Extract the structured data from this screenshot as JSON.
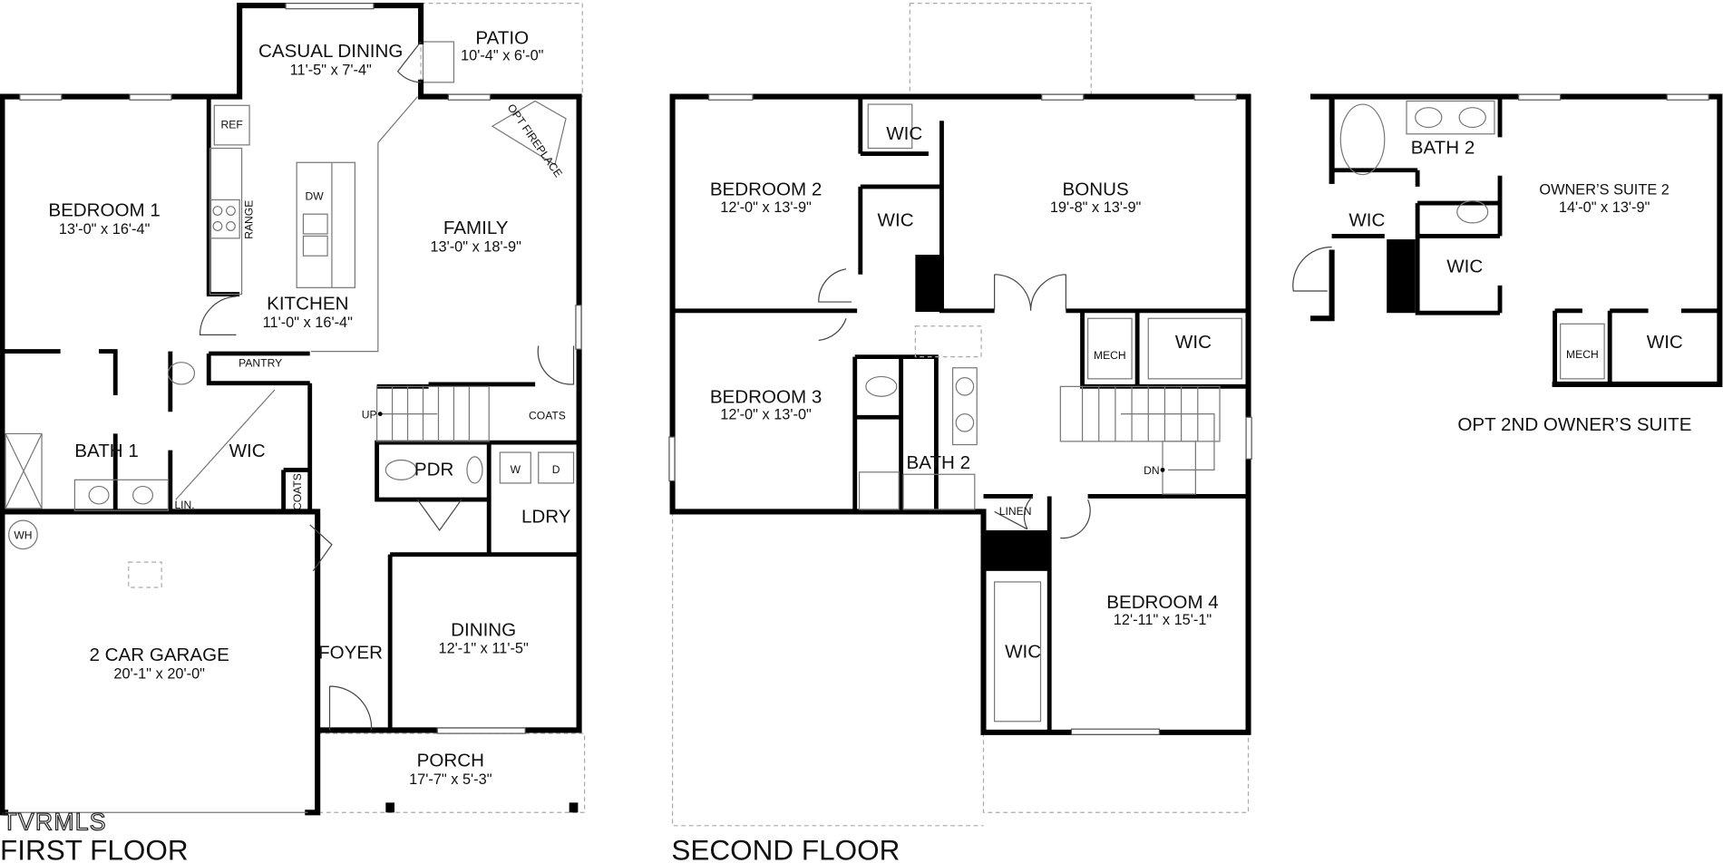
{
  "watermark": "TVRMLS",
  "first_floor": {
    "title": "FIRST FLOOR",
    "rooms": [
      {
        "name": "CASUAL DINING",
        "dims": "11'-5\" x 7'-4\""
      },
      {
        "name": "PATIO",
        "dims": "10'-4\" x 6'-0\""
      },
      {
        "name": "BEDROOM 1",
        "dims": "13'-0\" x 16'-4\""
      },
      {
        "name": "FAMILY",
        "dims": "13'-0\" x 18'-9\""
      },
      {
        "name": "KITCHEN",
        "dims": "11'-0\" x 16'-4\""
      },
      {
        "name": "2 CAR GARAGE",
        "dims": "20'-1\" x 20'-0\""
      },
      {
        "name": "DINING",
        "dims": "12'-1\" x 11'-5\""
      },
      {
        "name": "PORCH",
        "dims": "17'-7\" x 5'-3\""
      },
      {
        "name": "BATH 1"
      },
      {
        "name": "WIC"
      },
      {
        "name": "FOYER"
      },
      {
        "name": "PDR"
      },
      {
        "name": "LDRY"
      }
    ],
    "labels": {
      "ref": "REF",
      "range": "RANGE",
      "dw": "DW",
      "fireplace": "OPT FIREPLACE",
      "pantry": "PANTRY",
      "coats": "COATS",
      "up": "UP",
      "lin": "LIN.",
      "coats2": "COATS",
      "wh": "WH",
      "washer": "W",
      "dryer": "D"
    }
  },
  "second_floor": {
    "title": "SECOND FLOOR",
    "rooms": [
      {
        "name": "BEDROOM 2",
        "dims": "12'-0\" x 13'-9\""
      },
      {
        "name": "BONUS",
        "dims": "19'-8\" x 13'-9\""
      },
      {
        "name": "BEDROOM 3",
        "dims": "12'-0\" x 13'-0\""
      },
      {
        "name": "BEDROOM 4",
        "dims": "12'-11\" x 15'-1\""
      },
      {
        "name": "BATH 2"
      },
      {
        "name": "WIC"
      },
      {
        "name": "WIC"
      },
      {
        "name": "WIC"
      },
      {
        "name": "WIC"
      }
    ],
    "labels": {
      "mech": "MECH",
      "linen": "LINEN",
      "dn": "DN"
    }
  },
  "owner_suite": {
    "title": "OPT 2ND OWNER’S SUITE",
    "rooms": [
      {
        "name": "OWNER’S SUITE 2",
        "dims": "14'-0\" x 13'-9\""
      },
      {
        "name": "BATH 2"
      },
      {
        "name": "WIC"
      },
      {
        "name": "WIC"
      },
      {
        "name": "WIC"
      }
    ],
    "labels": {
      "mech": "MECH"
    }
  }
}
